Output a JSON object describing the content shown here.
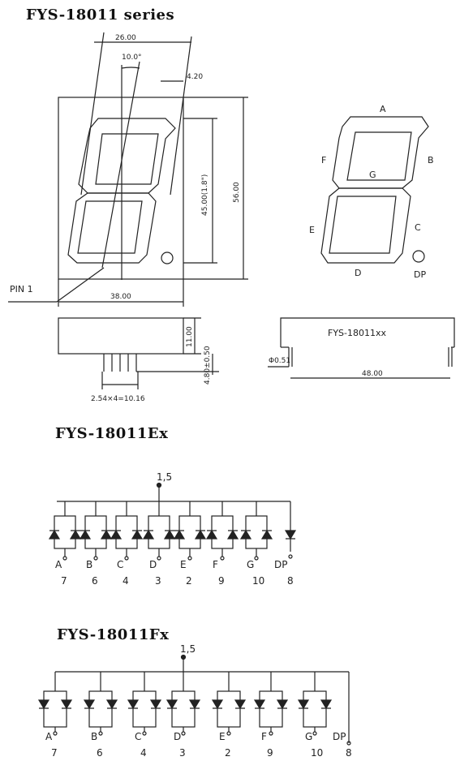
{
  "titles": {
    "main": "FYS-18011 series",
    "ex": "FYS-18011Ex",
    "fx": "FYS-18011Fx"
  },
  "dimensions": {
    "top_width": "26.00",
    "angle": "10.0°",
    "segment_width": "4.20",
    "char_height": "45.00(1.8\")",
    "body_height": "56.00",
    "body_width": "38.00",
    "pin_label": "PIN 1",
    "side_height": "11.00",
    "pin_length": "4.80±0.50",
    "pin_pitch": "2.54×4=10.16",
    "pin_dia": "Φ0.51",
    "pin_span": "48.00",
    "part_label": "FYS-18011xx"
  },
  "segments": [
    "A",
    "B",
    "C",
    "D",
    "E",
    "F",
    "G",
    "DP"
  ],
  "circuit_ex": {
    "common": "1,5",
    "labels": [
      "A",
      "B",
      "C",
      "D",
      "E",
      "F",
      "G",
      "DP"
    ],
    "pins": [
      "7",
      "6",
      "4",
      "3",
      "2",
      "9",
      "10",
      "8"
    ]
  },
  "circuit_fx": {
    "common": "1,5",
    "labels": [
      "A",
      "B",
      "C",
      "D",
      "E",
      "F",
      "G",
      "DP"
    ],
    "pins": [
      "7",
      "6",
      "4",
      "3",
      "2",
      "9",
      "10",
      "8"
    ]
  }
}
